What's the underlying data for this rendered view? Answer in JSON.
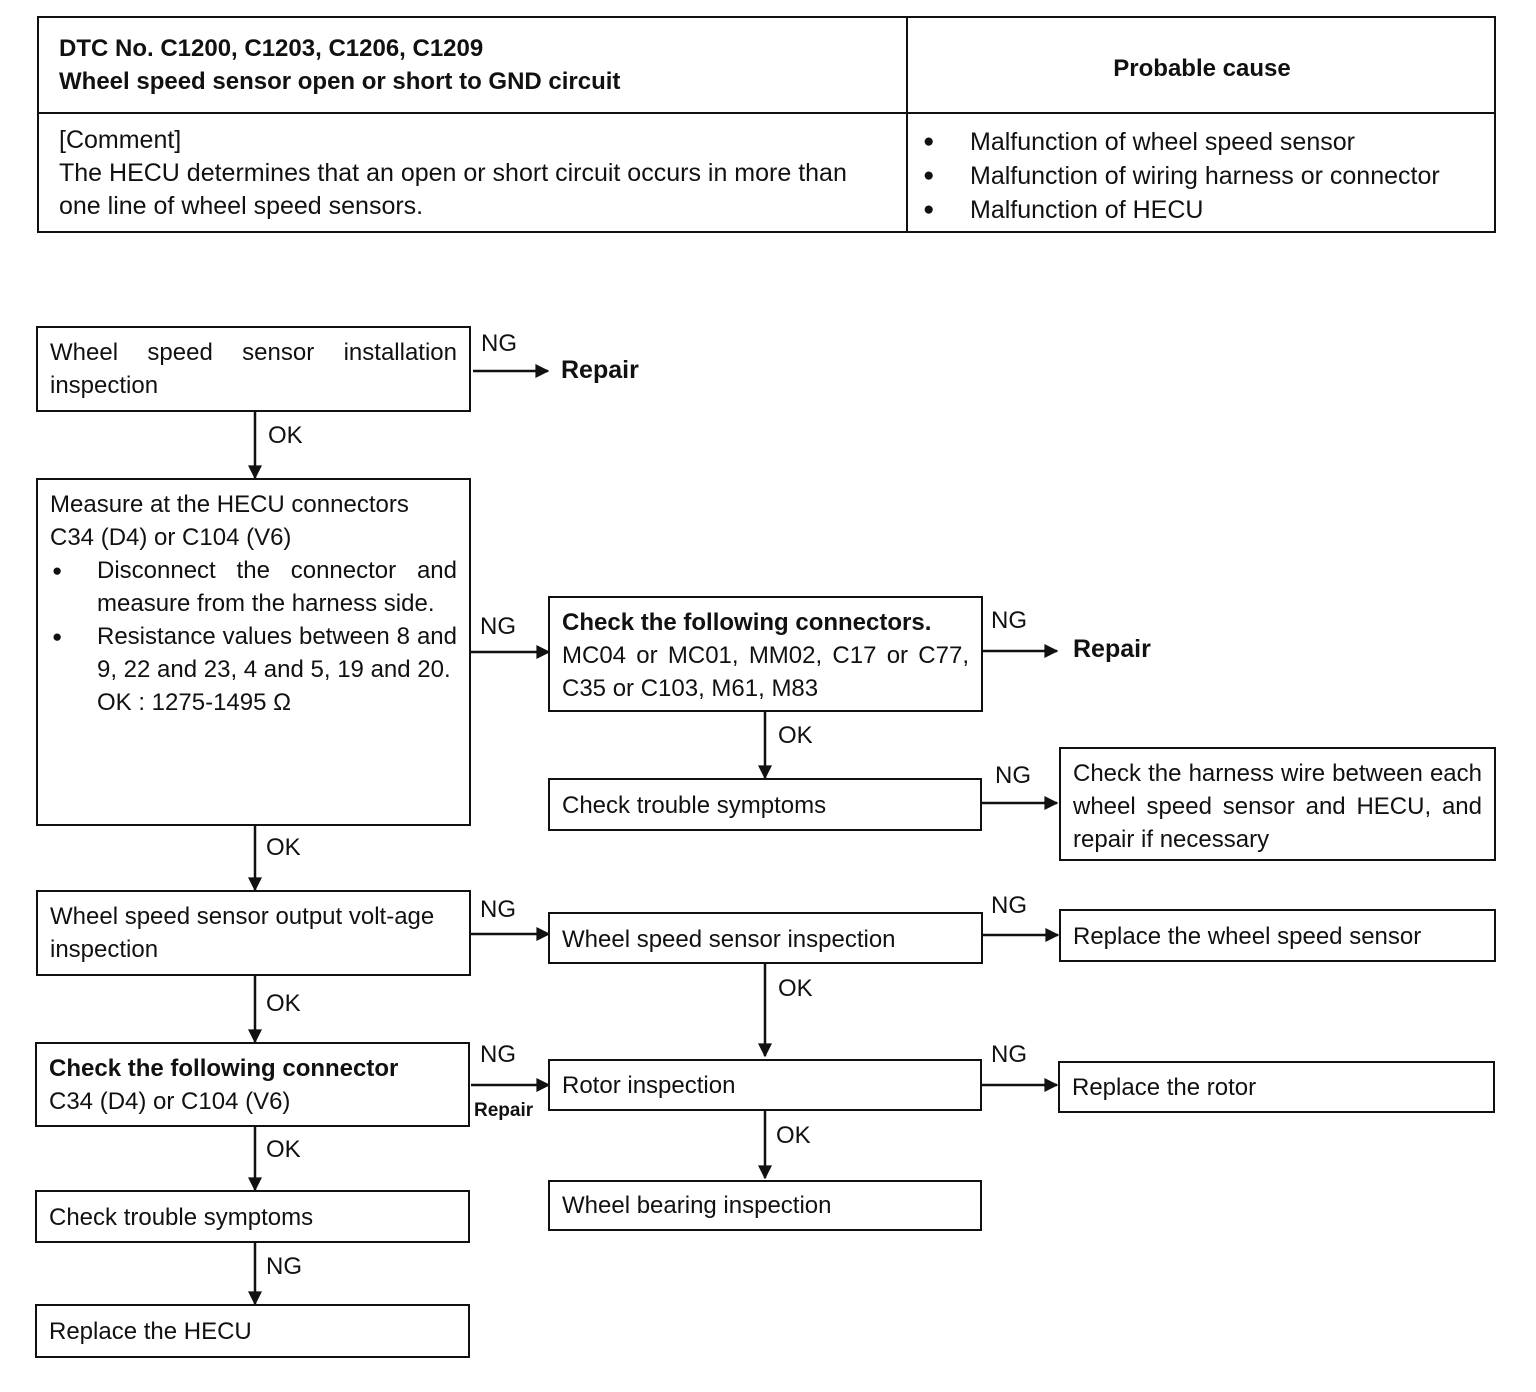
{
  "table": {
    "dtc_title": "DTC No. C1200, C1203, C1206, C1209",
    "dtc_subtitle": "Wheel speed sensor open or short to GND circuit",
    "probable_header": "Probable cause",
    "comment_label": "[Comment]",
    "comment_text": "The HECU determines that an open or short circuit occurs in more than one line of wheel speed sensors.",
    "causes": [
      "Malfunction of wheel speed sensor",
      "Malfunction of wiring harness or connector",
      "Malfunction of HECU"
    ]
  },
  "flow": {
    "install": "Wheel speed sensor installation inspection",
    "measure_title": "Measure at the HECU connectors C34 (D4) or C104 (V6)",
    "measure_b1": "Disconnect the connector and measure from the harness side.",
    "measure_b2": "Resistance values between 8 and 9, 22 and 23, 4 and 5, 19 and 20.",
    "measure_ok": "OK :  1275-1495 Ω",
    "output_volt": "Wheel speed sensor output volt-age inspection",
    "check_conn_bold": "Check the following connector",
    "check_conn_rest": "C34 (D4) or C104 (V6)",
    "trouble_left": "Check trouble symptoms",
    "replace_hecu": "Replace the HECU",
    "connectors_bold": "Check the following connectors.",
    "connectors_rest": "MC04 or MC01, MM02, C17 or C77, C35 or C103, M61, M83",
    "trouble_mid": "Check trouble symptoms",
    "harness": "Check the harness wire between each wheel speed sensor and HECU, and repair if necessary",
    "wss_insp": "Wheel speed sensor inspection",
    "replace_wss": "Replace the wheel speed sensor",
    "rotor": "Rotor inspection",
    "replace_rotor": "Replace the rotor",
    "bearing": "Wheel bearing inspection"
  },
  "labels": {
    "ng": "NG",
    "ok": "OK",
    "repair": "Repair",
    "repair_small": "Repair"
  }
}
